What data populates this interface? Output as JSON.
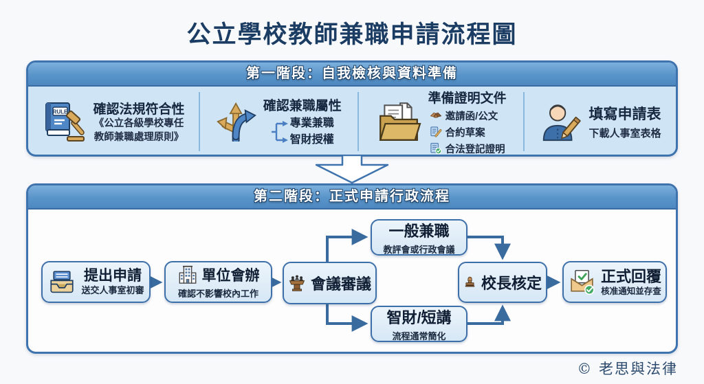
{
  "title": "公立學校教師兼職申請流程圖",
  "stage1": {
    "header": "第一階段：自我檢核與資料準備",
    "items": [
      {
        "icon": "rule-book-gavel-icon",
        "rule_label": "RULE",
        "title": "確認法規符合性",
        "subtitle_line1": "《公立各級學校專任",
        "subtitle_line2": "教師兼職處理原則》"
      },
      {
        "icon": "branch-arrows-icon",
        "title": "確認兼職屬性",
        "options": [
          {
            "label": "專業兼職"
          },
          {
            "label": "智財授權"
          }
        ]
      },
      {
        "icon": "folder-documents-icon",
        "title": "準備證明文件",
        "documents": [
          {
            "icon": "handshake-icon",
            "label": "邀請函/公文"
          },
          {
            "icon": "contract-pencil-icon",
            "label": "合約草案"
          },
          {
            "icon": "certified-doc-icon",
            "label": "合法登記證明"
          }
        ]
      },
      {
        "icon": "person-writing-icon",
        "title": "填寫申請表",
        "subtitle": "下載人事室表格"
      }
    ]
  },
  "stage2": {
    "header": "第二階段：正式申請行政流程",
    "nodes": {
      "submit": {
        "icon": "inbox-tray-icon",
        "title": "提出申請",
        "subtitle": "送交人事室初審"
      },
      "unit": {
        "icon": "building-icon",
        "title": "單位會辦",
        "subtitle": "確認不影響校內工作"
      },
      "meeting": {
        "icon": "meeting-podium-icon",
        "title": "會議審議"
      },
      "general": {
        "title": "一般兼職",
        "subtitle": "教評會或行政會議"
      },
      "ip_talk": {
        "title": "智財/短講",
        "subtitle": "流程通常簡化"
      },
      "principal": {
        "icon": "stamp-icon",
        "title": "校長核定"
      },
      "reply": {
        "icon": "envelope-check-icon",
        "title": "正式回覆",
        "subtitle": "核准通知並存查"
      }
    }
  },
  "footer": {
    "copyright": "© 老思與法律"
  },
  "colors": {
    "stage_header_blue": "#5994c9",
    "stage_border_blue": "#3e73ad",
    "stage1_body_blue": "#cfe4f4",
    "node_fill_blue": "#ddeaf7",
    "arrow_blue": "#3a6b9f",
    "title_navy": "#1b3c63",
    "gold": "#d9a95c",
    "success_green": "#44ab66"
  }
}
